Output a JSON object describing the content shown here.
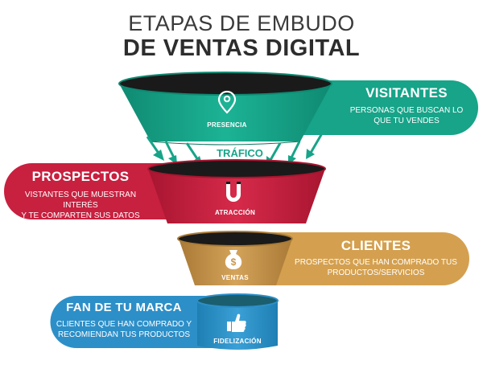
{
  "title": {
    "line1": "ETAPAS DE EMBUDO",
    "line2": "DE VENTAS DIGITAL"
  },
  "colors": {
    "teal": "#17a489",
    "crimson": "#c8203f",
    "gold": "#c9974a",
    "blue": "#2d8fc8",
    "dark_teal": "#1b5e6e"
  },
  "flow_label": "TRÁFICO",
  "stages": [
    {
      "id": "presencia",
      "label": "PRESENCIA",
      "icon": "location-pin-icon",
      "pill_title": "VISITANTES",
      "pill_desc_1": "PERSONAS QUE BUSCAN LO",
      "pill_desc_2": "QUE TU VENDES"
    },
    {
      "id": "atraccion",
      "label": "ATRACCIÓN",
      "icon": "magnet-icon",
      "pill_title": "PROSPECTOS",
      "pill_desc_1": "VISTANTES QUE MUESTRAN INTERÉS",
      "pill_desc_2": "Y TE COMPARTEN SUS DATOS"
    },
    {
      "id": "ventas",
      "label": "VENTAS",
      "icon": "money-bag-icon",
      "pill_title": "CLIENTES",
      "pill_desc_1": "PROSPECTOS QUE HAN COMPRADO TUS",
      "pill_desc_2": "PRODUCTOS/SERVICIOS"
    },
    {
      "id": "fidelizacion",
      "label": "FIDELIZACIÓN",
      "icon": "thumbs-up-icon",
      "pill_title": "FAN DE TU MARCA",
      "pill_desc_1": "CLIENTES QUE HAN COMPRADO Y",
      "pill_desc_2": "RECOMIENDAN TUS PRODUCTOS"
    }
  ]
}
